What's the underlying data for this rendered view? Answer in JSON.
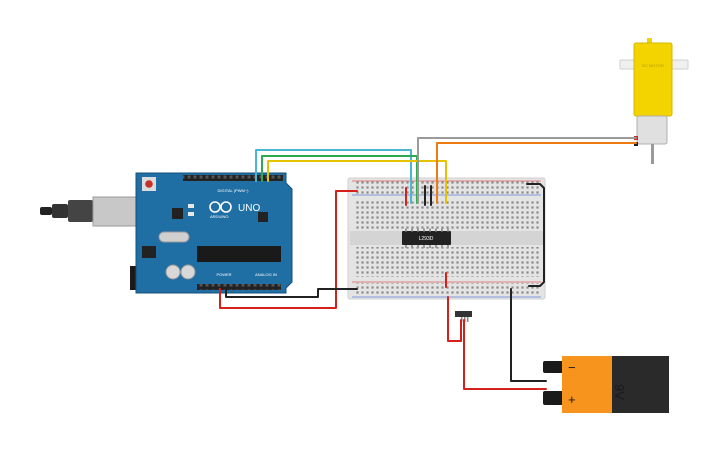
{
  "arduino": {
    "model": "UNO",
    "brand": "ARDUINO",
    "digital_label": "DIGITAL (PWM~)",
    "power_label": "POWER",
    "analog_label": "ANALOG IN"
  },
  "driver_chip": {
    "label": "L293D"
  },
  "battery": {
    "label": "9V",
    "plus": "+",
    "minus": "−"
  },
  "motor": {
    "label": "DC MOTOR"
  },
  "colors": {
    "board": "#1f6fa5",
    "breadboard": "#e6e6e6",
    "wire_red": "#d6201c",
    "wire_black": "#222222",
    "wire_cyan": "#49b7d0",
    "wire_green": "#2fa84f",
    "wire_yellow": "#e6c300",
    "wire_orange": "#ee7a12",
    "wire_gray": "#9a9a9a",
    "motor": "#f3d400",
    "battery": "#f7941d"
  }
}
